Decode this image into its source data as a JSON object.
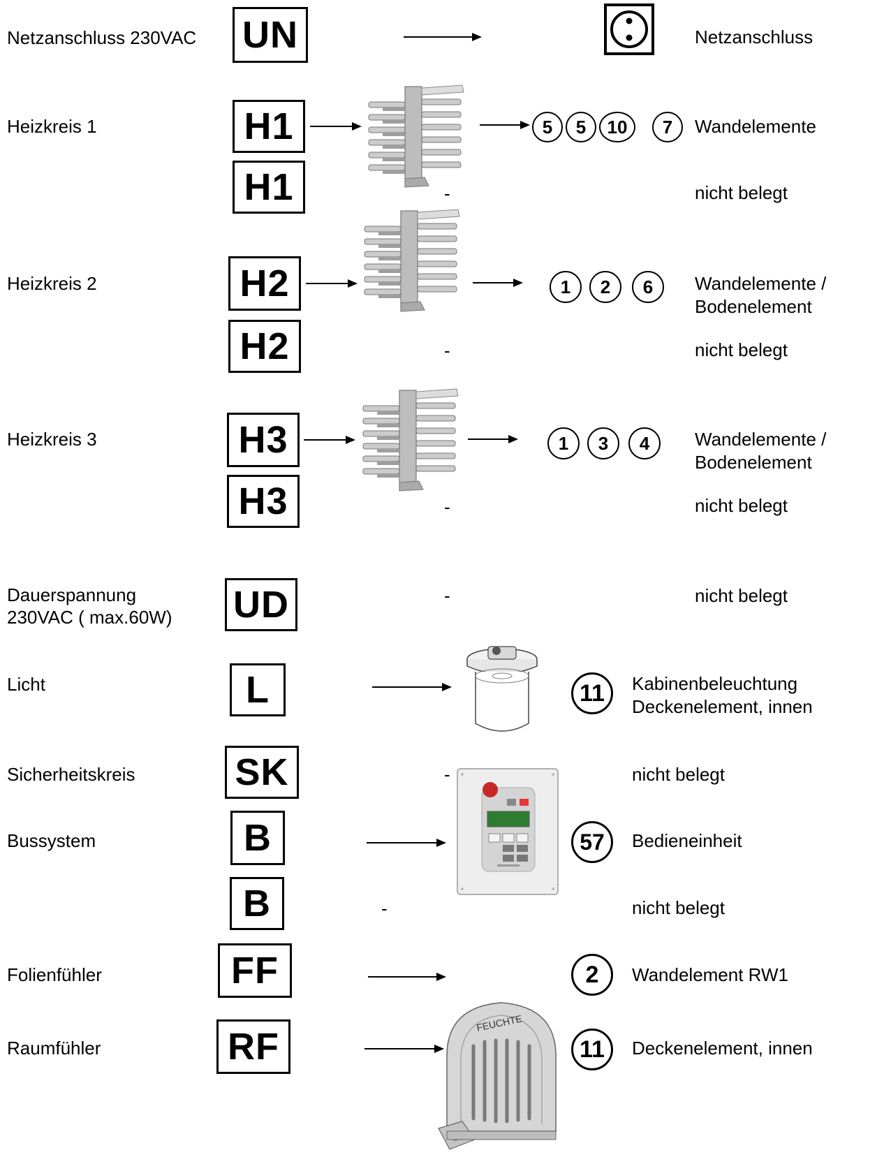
{
  "rows": [
    {
      "label": "Netzanschluss 230VAC",
      "code": "UN",
      "dash": "",
      "desc": "Netzanschluss",
      "nums": []
    },
    {
      "label": "Heizkreis 1",
      "code": "H1",
      "dash": "",
      "desc": "Wandelemente",
      "nums": [
        "5",
        "5",
        "10",
        "7"
      ]
    },
    {
      "label": "",
      "code": "H1",
      "dash": "-",
      "desc": "nicht belegt",
      "nums": []
    },
    {
      "label": "Heizkreis 2",
      "code": "H2",
      "dash": "",
      "desc": "Wandelemente /\nBodenelement",
      "nums": [
        "1",
        "2",
        "6"
      ]
    },
    {
      "label": "",
      "code": "H2",
      "dash": "-",
      "desc": "nicht belegt",
      "nums": []
    },
    {
      "label": "Heizkreis 3",
      "code": "H3",
      "dash": "",
      "desc": "Wandelemente /\nBodenelement",
      "nums": [
        "1",
        "3",
        "4"
      ]
    },
    {
      "label": "",
      "code": "H3",
      "dash": "-",
      "desc": "nicht belegt",
      "nums": []
    },
    {
      "label": "Dauerspannung\n230VAC ( max.60W)",
      "code": "UD",
      "dash": "-",
      "desc": "nicht belegt",
      "nums": []
    },
    {
      "label": "Licht",
      "code": "L",
      "dash": "",
      "desc": "Kabinenbeleuchtung\nDeckenelement, innen",
      "nums": [
        "11"
      ]
    },
    {
      "label": "Sicherheitskreis",
      "code": "SK",
      "dash": "-",
      "desc": "nicht belegt",
      "nums": []
    },
    {
      "label": "Bussystem",
      "code": "B",
      "dash": "",
      "desc": "Bedieneinheit",
      "nums": [
        "57"
      ]
    },
    {
      "label": "",
      "code": "B",
      "dash": "-",
      "desc": "nicht belegt",
      "nums": []
    },
    {
      "label": "Folienfühler",
      "code": "FF",
      "dash": "",
      "desc": "Wandelement RW1",
      "nums": [
        "2"
      ]
    },
    {
      "label": "Raumfühler",
      "code": "RF",
      "dash": "",
      "desc": "Deckenelement, innen",
      "nums": [
        "11"
      ]
    }
  ],
  "sensor_text": "FEUCHTE"
}
